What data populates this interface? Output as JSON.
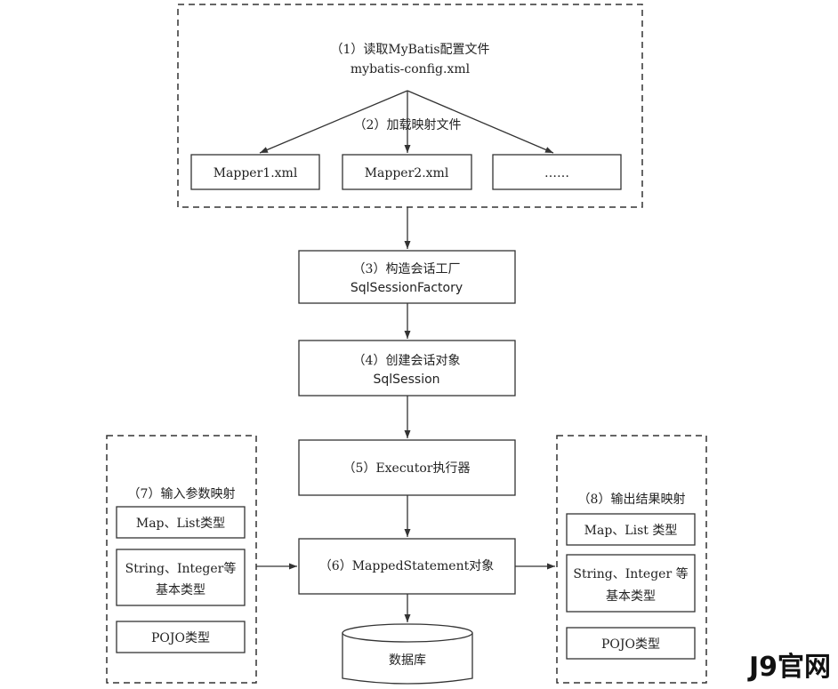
{
  "top_group": {
    "step1_title": "（1）读取MyBatis配置文件",
    "step1_file": "mybatis-config.xml",
    "step2_label": "（2）加载映射文件",
    "mappers": [
      "Mapper1.xml",
      "Mapper2.xml",
      "……"
    ]
  },
  "step3": {
    "title": "（3）构造会话工厂",
    "subtitle": "SqlSessionFactory"
  },
  "step4": {
    "title": "（4）创建会话对象",
    "subtitle": "SqlSession"
  },
  "step5": {
    "title": "（5）Executor执行器"
  },
  "step6": {
    "title": "（6）MappedStatement对象"
  },
  "database": {
    "label": "数据库"
  },
  "input_mapping": {
    "title": "（7）输入参数映射",
    "items": [
      {
        "line1": "Map、List类型",
        "line2": ""
      },
      {
        "line1": "String、Integer等",
        "line2": "基本类型"
      },
      {
        "line1": "POJO类型",
        "line2": ""
      }
    ]
  },
  "output_mapping": {
    "title": "（8）输出结果映射",
    "items": [
      {
        "line1": "Map、List 类型",
        "line2": ""
      },
      {
        "line1": "String、Integer 等",
        "line2": "基本类型"
      },
      {
        "line1": "POJO类型",
        "line2": ""
      }
    ]
  },
  "watermark": "J9官网"
}
